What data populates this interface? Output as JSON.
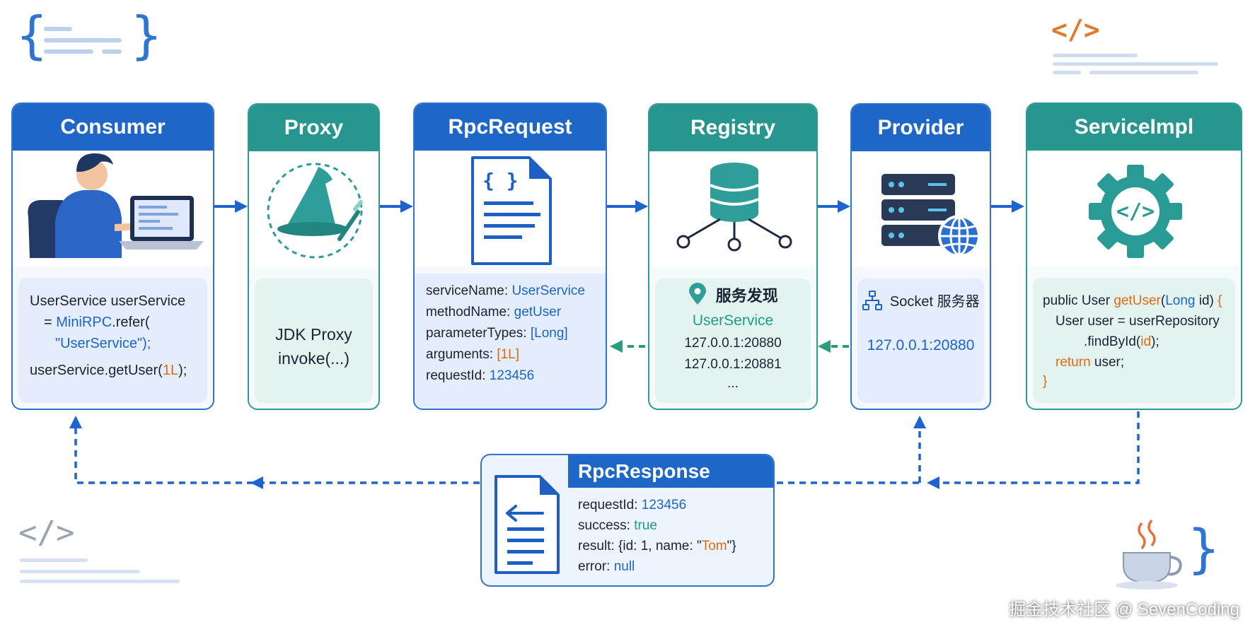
{
  "cards": {
    "consumer": {
      "title": "Consumer",
      "code": {
        "l1": "UserService userService",
        "l2a": "= ",
        "l2b": "MiniRPC",
        "l2c": ".refer(",
        "l3": "\"UserService\");",
        "l4a": "userService.getUser(",
        "l4b": "1L",
        "l4c": ");"
      }
    },
    "proxy": {
      "title": "Proxy",
      "l1": "JDK Proxy",
      "l2": "invoke(...)"
    },
    "rpc_request": {
      "title": "RpcRequest",
      "fields": [
        {
          "key": "serviceName:",
          "value": "UserService"
        },
        {
          "key": "methodName:",
          "value": "getUser"
        },
        {
          "key": "parameterTypes:",
          "value": "[Long]"
        },
        {
          "key": "arguments:",
          "value": "[1L]"
        },
        {
          "key": "requestId:",
          "value": "123456"
        }
      ]
    },
    "registry": {
      "title": "Registry",
      "discovery_label": "服务发现",
      "service": "UserService",
      "addresses": [
        "127.0.0.1:20880",
        "127.0.0.1:20881",
        "..."
      ]
    },
    "provider": {
      "title": "Provider",
      "socket_label": "Socket 服务器",
      "address": "127.0.0.1:20880"
    },
    "service_impl": {
      "title": "ServiceImpl",
      "code": {
        "l1a": "public User ",
        "l1b": "getUser",
        "l1c": "(",
        "l1d": "Long",
        "l1e": " id) ",
        "l1f": "{",
        "l2": "User user = userRepository",
        "l3a": ".findById(",
        "l3b": "id",
        "l3c": ");",
        "l4a": "return",
        "l4b": " user;",
        "l5": "}"
      }
    }
  },
  "response": {
    "title": "RpcResponse",
    "fields": [
      {
        "key": "requestId:",
        "value": "123456"
      },
      {
        "key": "success:",
        "value": "true"
      },
      {
        "key": "result:",
        "v1": "{id: 1, name: \"",
        "v2": "Tom",
        "v3": "\"}"
      },
      {
        "key": "error:",
        "value": "null"
      }
    ]
  },
  "decor": {
    "top_left_brace_open": "{",
    "top_left_brace_close": "}",
    "top_right_tag": "</>",
    "bottom_left_tag": "</>",
    "bottom_right_brace": "}"
  },
  "watermark": "掘金技术社区 @ SevenCoding",
  "colors": {
    "blue": "#1e67c9",
    "teal": "#27968f",
    "orange": "#e06a12",
    "flow_arrow": "#1f63cf",
    "return_arrow": "#2a9d7f"
  },
  "icons": [
    "developer-laptop-icon",
    "wizard-hat-icon",
    "json-document-icon",
    "database-network-icon",
    "server-globe-icon",
    "gear-code-icon",
    "map-pin-icon",
    "network-tree-icon",
    "response-document-icon",
    "coffee-cup-icon"
  ]
}
